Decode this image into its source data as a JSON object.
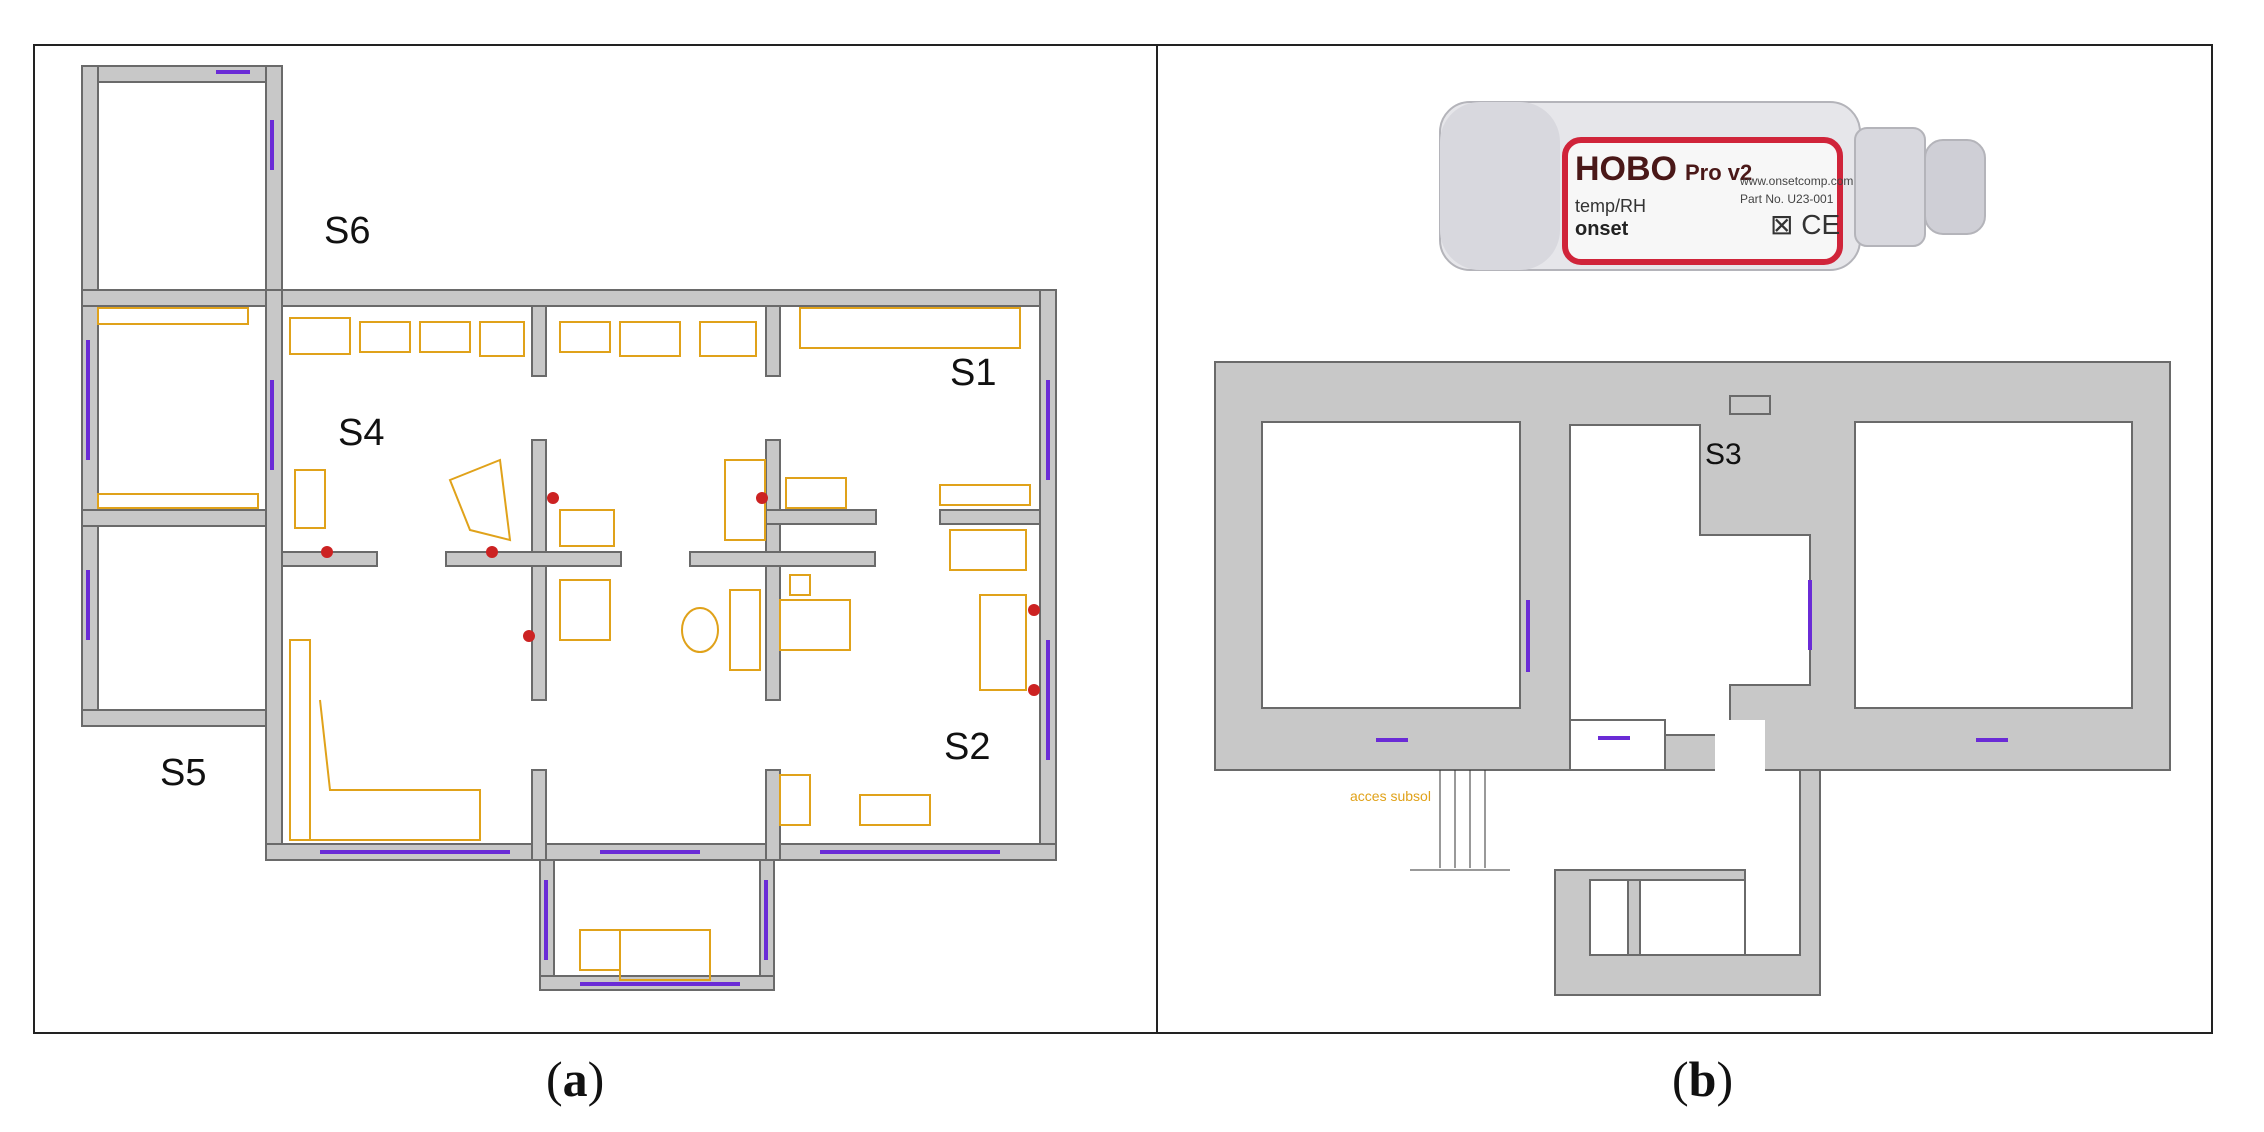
{
  "panels": {
    "a": {
      "caption_open": "(",
      "caption_letter": "a",
      "caption_close": ")",
      "rooms": [
        "S6",
        "S4",
        "S1",
        "S2",
        "S5"
      ]
    },
    "b": {
      "caption_open": "(",
      "caption_letter": "b",
      "caption_close": ")",
      "rooms": [
        "S3"
      ],
      "annotation": "acces subsol",
      "sensor": {
        "brand": "HOBO",
        "model": "Pro v2",
        "type": "temp/RH",
        "maker": "onset",
        "url": "www.onsetcomp.com",
        "part": "Part No. U23-001",
        "marks": "⊠ CE"
      }
    }
  },
  "colors": {
    "wall": "#c8c8c8",
    "wall_edge": "#6a6a6a",
    "window": "#6a2bd6",
    "furniture": "#e0a21a",
    "radiator": "#cc2222",
    "sensor_label": "#d0243a"
  }
}
